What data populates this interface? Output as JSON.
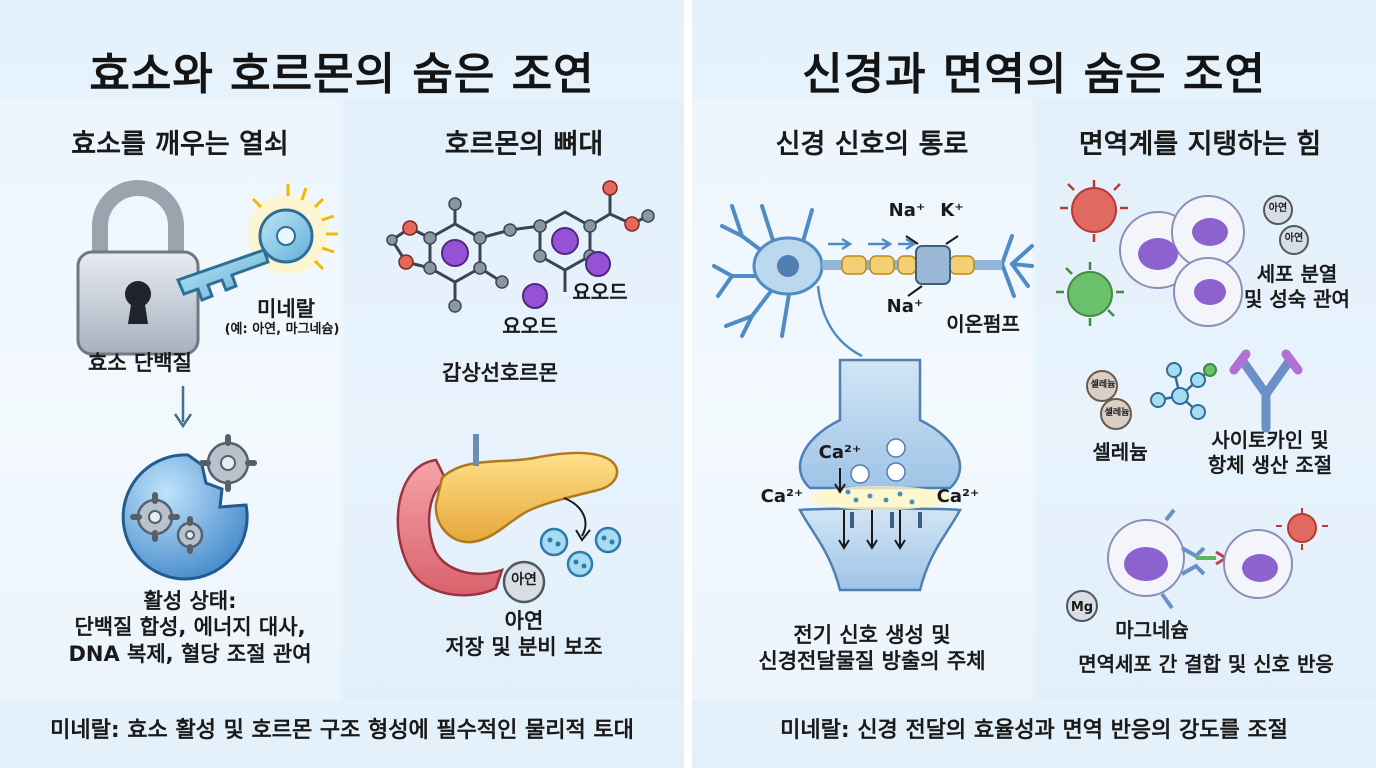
{
  "left": {
    "title": "효소와 호르몬의 숨은 조연",
    "col1": {
      "heading": "효소를 깨우는 열쇠",
      "mineral_label": "미네랄",
      "mineral_example": "(예: 아연, 마그네슘)",
      "enzyme_label": "효소 단백질",
      "active_lines": [
        "활성 상태:",
        "단백질 합성, 에너지 대사,",
        "DNA 복제, 혈당 조절 관여"
      ]
    },
    "col2": {
      "heading": "호르몬의 뼈대",
      "iodine_1": "요오드",
      "iodine_2": "요오드",
      "thyroid_label": "갑상선호르몬",
      "zinc_badge": "아연",
      "zinc_lines": [
        "아연",
        "저장 및 분비 보조"
      ]
    },
    "footer": "미네랄: 효소 활성 및 호르몬 구조 형성에 필수적인 물리적 토대"
  },
  "right": {
    "title": "신경과 면역의 숨은 조연",
    "col1": {
      "heading": "신경 신호의 통로",
      "na_top": "Na⁺",
      "k_top": "K⁺",
      "na_bottom": "Na⁺",
      "pump_label": "이온펌프",
      "ca_1": "Ca²⁺",
      "ca_2": "Ca²⁺",
      "ca_3": "Ca²⁺",
      "caption_lines": [
        "전기 신호 생성 및",
        "신경전달물질 방출의 주체"
      ]
    },
    "col2": {
      "heading": "면역계를 지탱하는 힘",
      "zinc_badge_1": "아연",
      "zinc_badge_2": "아연",
      "cell_lines": [
        "세포 분열",
        "및 성숙 관여"
      ],
      "selenium_badge_1": "셀레늄",
      "selenium_badge_2": "셀레늄",
      "selenium_label": "셀레늄",
      "cytokine_lines": [
        "사이토카인 및",
        "항체 생산 조절"
      ],
      "mg_badge": "Mg",
      "mg_label": "마그네슘",
      "interaction_label": "면역세포 간 결합 및 신호 반응"
    },
    "footer": "미네랄: 신경 전달의 효율성과 면역 반응의 강도를 조절"
  },
  "colors": {
    "panel_bg": "#e9f4fc",
    "ink": "#1a1a1a",
    "purple_atom": "#8a4fd1",
    "neuron_blue": "#4f8cc6",
    "pancreas_yellow": "#f0c04a",
    "virus_red": "#d9534f",
    "virus_green": "#5cb85c"
  }
}
